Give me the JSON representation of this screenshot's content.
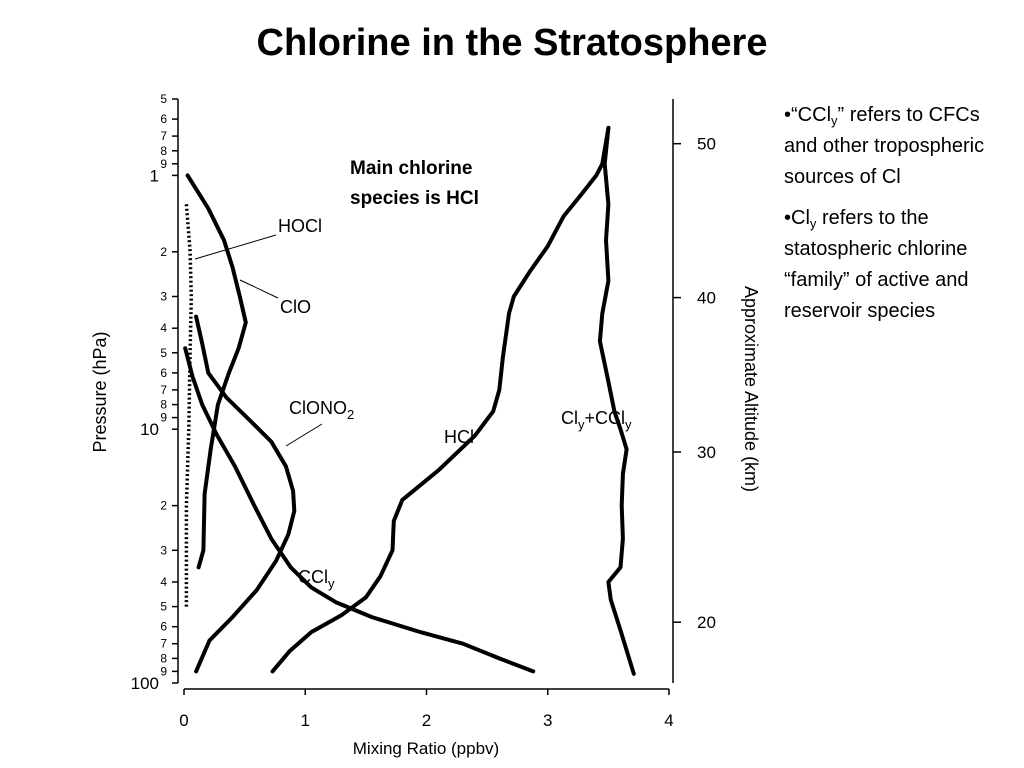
{
  "slide": {
    "title": "Chlorine in the Stratosphere"
  },
  "notes": [
    {
      "bullet": "•",
      "pre": "“CCl",
      "sub": "y",
      "post": "” refers to CFCs and other tropospheric sources of Cl"
    },
    {
      "bullet": "•",
      "pre": "Cl",
      "sub": "y",
      "post": " refers to the statospheric chlorine “family” of active and reservoir species"
    }
  ],
  "chart_data": {
    "type": "line",
    "annotation": "Main chlorine species is HCl",
    "xlabel": "Mixing Ratio (ppbv)",
    "ylabel": "Pressure (hPa)",
    "y2label": "Approximate Altitude (km)",
    "xlim": [
      0,
      4
    ],
    "ylim": [
      100,
      0.5
    ],
    "y_scale": "log",
    "x_ticks": [
      {
        "v": 0,
        "label": "0"
      },
      {
        "v": 1,
        "label": "1"
      },
      {
        "v": 2,
        "label": "2"
      },
      {
        "v": 3,
        "label": "3"
      },
      {
        "v": 4,
        "label": "4"
      }
    ],
    "y_ticks": [
      {
        "v": 0.5,
        "label": "5"
      },
      {
        "v": 0.6,
        "label": "6"
      },
      {
        "v": 0.7,
        "label": "7"
      },
      {
        "v": 0.8,
        "label": "8"
      },
      {
        "v": 0.9,
        "label": "9"
      },
      {
        "v": 1,
        "label": "1"
      },
      {
        "v": 2,
        "label": "2"
      },
      {
        "v": 3,
        "label": "3"
      },
      {
        "v": 4,
        "label": "4"
      },
      {
        "v": 5,
        "label": "5"
      },
      {
        "v": 6,
        "label": "6"
      },
      {
        "v": 7,
        "label": "7"
      },
      {
        "v": 8,
        "label": "8"
      },
      {
        "v": 9,
        "label": "9"
      },
      {
        "v": 10,
        "label": "10"
      },
      {
        "v": 20,
        "label": "2"
      },
      {
        "v": 30,
        "label": "3"
      },
      {
        "v": 40,
        "label": "4"
      },
      {
        "v": 50,
        "label": "5"
      },
      {
        "v": 60,
        "label": "6"
      },
      {
        "v": 70,
        "label": "7"
      },
      {
        "v": 80,
        "label": "8"
      },
      {
        "v": 90,
        "label": "9"
      },
      {
        "v": 100,
        "label": "100"
      }
    ],
    "altitude_ticks": [
      {
        "km": 20,
        "p": 57.6,
        "label": "20"
      },
      {
        "km": 30,
        "p": 12.3,
        "label": "30"
      },
      {
        "km": 40,
        "p": 3.03,
        "label": "40"
      },
      {
        "km": 50,
        "p": 0.75,
        "label": "50"
      }
    ],
    "series": [
      {
        "id": "hocl",
        "label": "HOCl",
        "dashed": true,
        "points": [
          [
            0.02,
            1.3
          ],
          [
            0.05,
            2
          ],
          [
            0.06,
            3
          ],
          [
            0.05,
            5
          ],
          [
            0.04,
            10
          ],
          [
            0.02,
            20
          ],
          [
            0.02,
            30
          ],
          [
            0.02,
            50
          ]
        ]
      },
      {
        "id": "clo",
        "label": "ClO",
        "dashed": false,
        "points": [
          [
            0.03,
            1
          ],
          [
            0.2,
            1.35
          ],
          [
            0.33,
            1.8
          ],
          [
            0.4,
            2.3
          ],
          [
            0.46,
            3
          ],
          [
            0.51,
            3.8
          ],
          [
            0.45,
            4.8
          ],
          [
            0.37,
            6
          ],
          [
            0.28,
            8
          ],
          [
            0.22,
            12
          ],
          [
            0.17,
            18
          ],
          [
            0.16,
            30
          ],
          [
            0.12,
            35
          ]
        ]
      },
      {
        "id": "clono2",
        "label": "ClONO2",
        "label_main": "ClONO",
        "label_sub": "2",
        "dashed": false,
        "points": [
          [
            0.1,
            3.6
          ],
          [
            0.15,
            4.6
          ],
          [
            0.2,
            6
          ],
          [
            0.35,
            7.5
          ],
          [
            0.55,
            9.3
          ],
          [
            0.72,
            11.2
          ],
          [
            0.84,
            14
          ],
          [
            0.9,
            17.5
          ],
          [
            0.91,
            21
          ],
          [
            0.86,
            26
          ],
          [
            0.76,
            33
          ],
          [
            0.6,
            43
          ],
          [
            0.4,
            55
          ],
          [
            0.21,
            68
          ],
          [
            0.1,
            90
          ]
        ]
      },
      {
        "id": "ccly",
        "label": "CCly",
        "label_main": "CCl",
        "label_sub": "y",
        "dashed": false,
        "points": [
          [
            0.01,
            4.8
          ],
          [
            0.07,
            6.2
          ],
          [
            0.15,
            8
          ],
          [
            0.27,
            10.5
          ],
          [
            0.42,
            14
          ],
          [
            0.58,
            20
          ],
          [
            0.72,
            27
          ],
          [
            0.88,
            35
          ],
          [
            1.05,
            42
          ],
          [
            1.25,
            48
          ],
          [
            1.55,
            55
          ],
          [
            1.95,
            63
          ],
          [
            2.3,
            70
          ],
          [
            2.6,
            80
          ],
          [
            2.88,
            90
          ]
        ]
      },
      {
        "id": "hcl",
        "label": "HCl",
        "dashed": false,
        "points": [
          [
            0.73,
            90
          ],
          [
            0.87,
            75
          ],
          [
            1.05,
            63
          ],
          [
            1.3,
            54
          ],
          [
            1.5,
            46
          ],
          [
            1.62,
            38
          ],
          [
            1.72,
            30
          ],
          [
            1.73,
            23
          ],
          [
            1.8,
            19
          ],
          [
            2.1,
            14.5
          ],
          [
            2.4,
            10.6
          ],
          [
            2.55,
            8.5
          ],
          [
            2.6,
            7
          ],
          [
            2.63,
            5.2
          ],
          [
            2.68,
            3.5
          ],
          [
            2.72,
            3
          ],
          [
            2.85,
            2.4
          ],
          [
            3,
            1.9
          ],
          [
            3.13,
            1.45
          ],
          [
            3.27,
            1.2
          ],
          [
            3.4,
            1
          ],
          [
            3.45,
            0.9
          ],
          [
            3.5,
            0.65
          ]
        ]
      },
      {
        "id": "clyccly",
        "label": "Cly+CCly",
        "dashed": false,
        "points": [
          [
            3.5,
            0.65
          ],
          [
            3.47,
            0.9
          ],
          [
            3.5,
            1.3
          ],
          [
            3.48,
            1.8
          ],
          [
            3.5,
            2.6
          ],
          [
            3.45,
            3.5
          ],
          [
            3.43,
            4.5
          ],
          [
            3.5,
            6.5
          ],
          [
            3.55,
            8.5
          ],
          [
            3.6,
            10
          ],
          [
            3.65,
            12
          ],
          [
            3.62,
            15
          ],
          [
            3.61,
            20
          ],
          [
            3.62,
            27
          ],
          [
            3.6,
            35
          ],
          [
            3.5,
            40
          ],
          [
            3.52,
            47
          ],
          [
            3.6,
            62
          ],
          [
            3.66,
            77
          ],
          [
            3.71,
            92
          ]
        ]
      }
    ],
    "labels": {
      "hocl": "HOCl",
      "clo": "ClO",
      "clono2_main": "ClONO",
      "clono2_sub": "2",
      "hcl": "HCl",
      "ccly_main": "CCl",
      "ccly_sub": "y",
      "cly_main_1": "Cl",
      "cly_sub_1": "y",
      "cly_main_2": "+CCl",
      "cly_sub_2": "y"
    }
  }
}
